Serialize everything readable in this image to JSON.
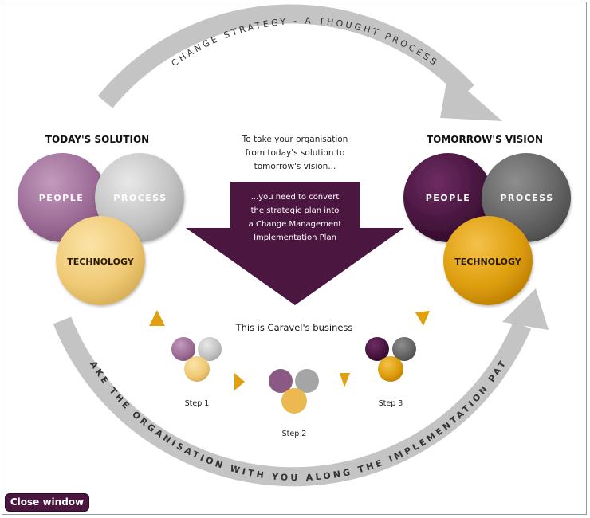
{
  "title": "CHANGE STRATEGY - A THOUGHT PROCESS",
  "bottom_caption": "TAKE THE ORGANISATION WITH YOU ALONG THE IMPLEMENTATION PATH",
  "left_group": {
    "heading": "TODAY'S SOLUTION",
    "people": "PEOPLE",
    "process": "PROCESS",
    "technology": "TECHNOLOGY"
  },
  "right_group": {
    "heading": "TOMORROW'S VISION",
    "people": "PEOPLE",
    "process": "PROCESS",
    "technology": "TECHNOLOGY"
  },
  "intro_text": {
    "line1": "To take your organisation",
    "line2": "from today's solution to",
    "line3": "tomorrow's vision..."
  },
  "arrow_text": {
    "line1": "...you need to convert",
    "line2": "the strategic plan into",
    "line3": "a Change Management",
    "line4": "Implementation Plan"
  },
  "business_label": "This is Caravel's business",
  "steps": {
    "step1": "Step 1",
    "step2": "Step 2",
    "step3": "Step 3"
  },
  "close_button": "Close window",
  "colors": {
    "today_people": "#a0709a",
    "today_process": "#c4c4c4",
    "today_technology": "#f0cc7c",
    "tomorrow_people": "#4a1540",
    "tomorrow_process": "#686868",
    "tomorrow_technology": "#e0a010",
    "arrow": "#4b1741",
    "ring": "#c0c0c0",
    "triangle": "#e0a010"
  }
}
